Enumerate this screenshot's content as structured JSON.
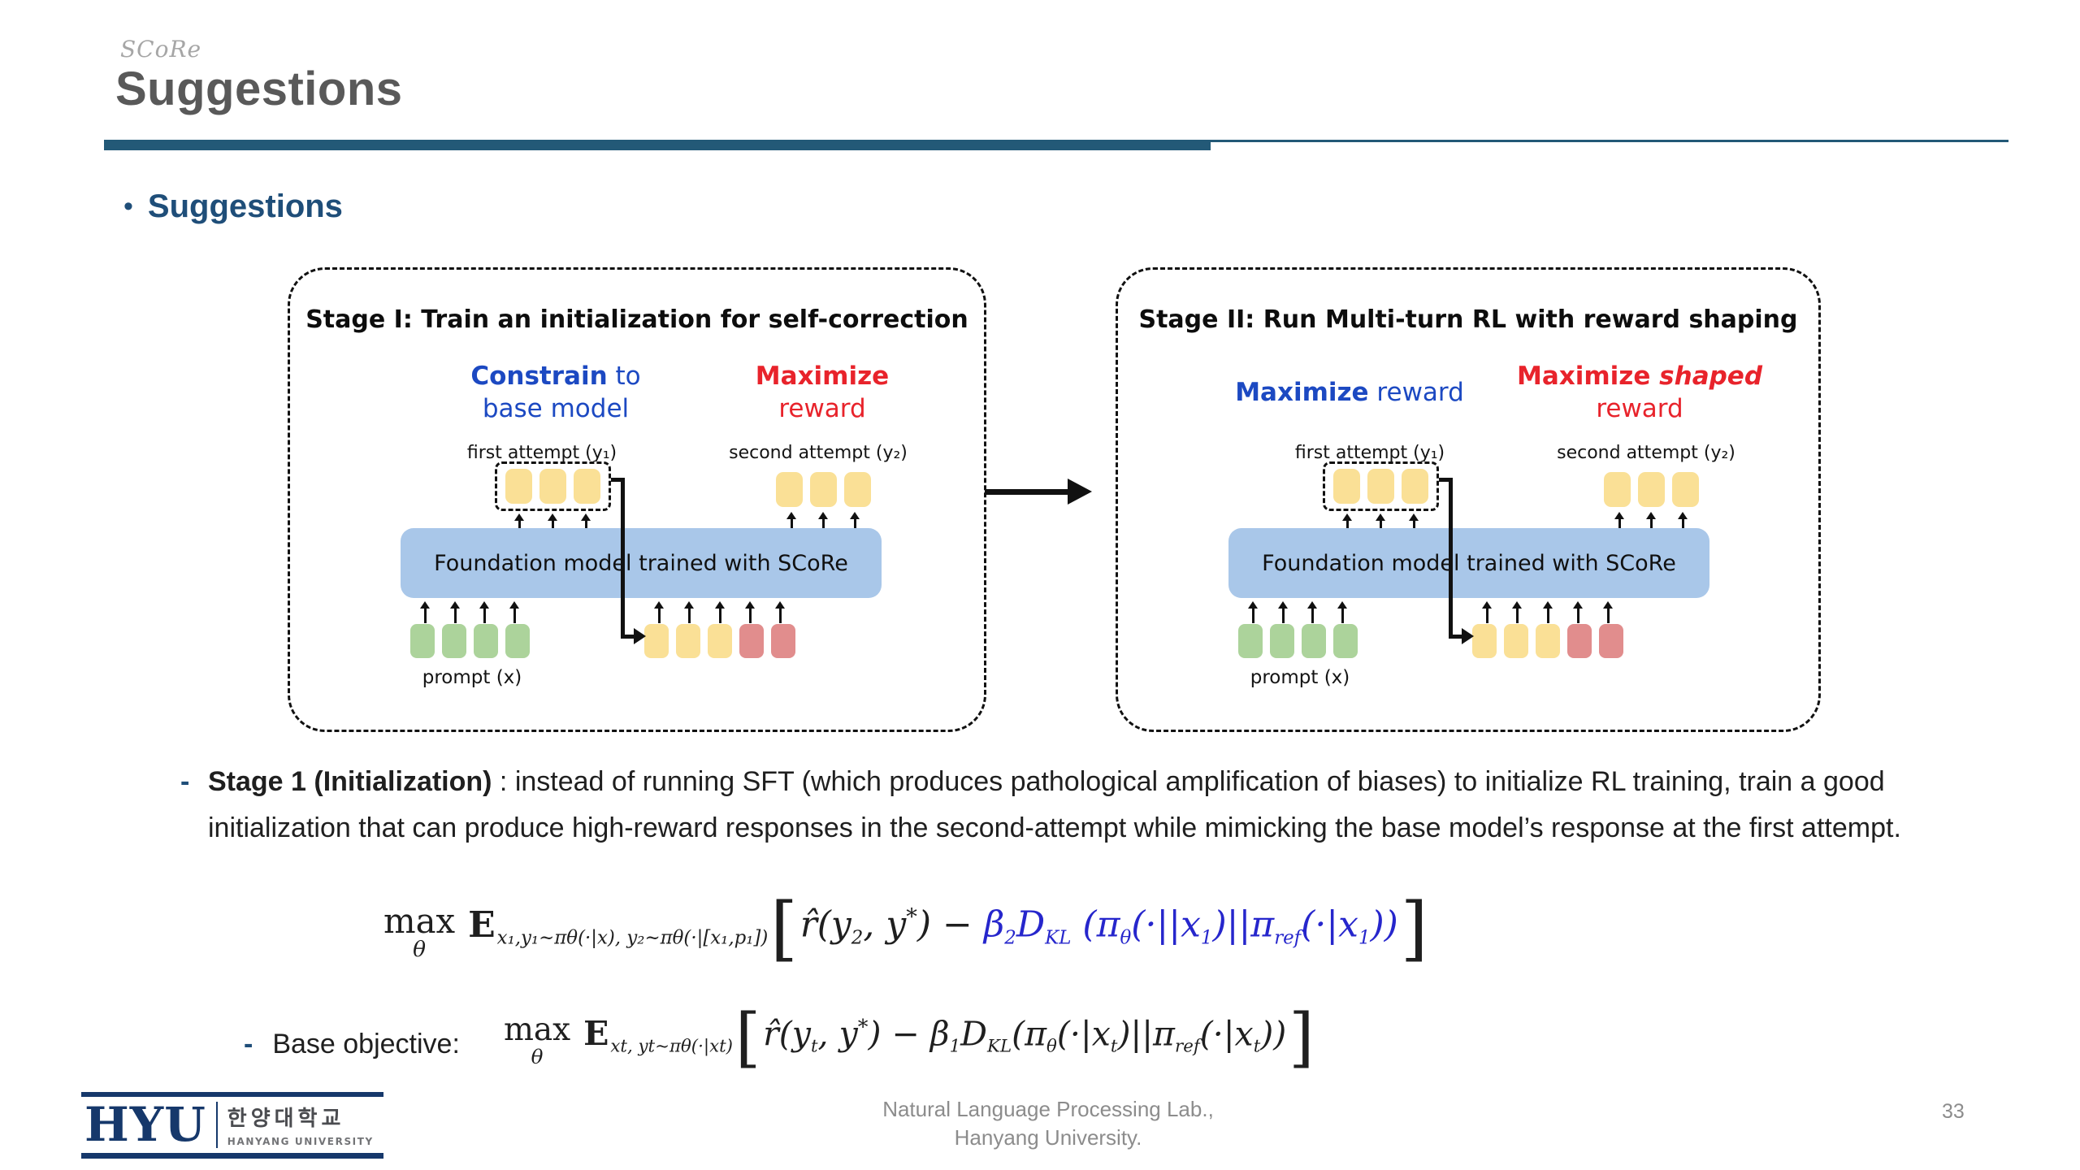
{
  "colors": {
    "accent": "#1F4E79",
    "bar": "#235977",
    "title_gray": "#595959",
    "tag_gray": "#A6A6A6",
    "text": "#1F1F1F",
    "label_blue": "#1C49C2",
    "label_red": "#E8232B",
    "formula_blue": "#2626CC",
    "token_yellow": "#FAE096",
    "token_green": "#ACD39B",
    "token_red": "#E18D8D",
    "model_blue": "#A9C7E9",
    "footer_gray": "#8C8C8C",
    "logo_navy": "#16386B",
    "logo_text_dark": "#4B4C50",
    "logo_text_gray": "#737477",
    "diagram_ink": "#111111"
  },
  "header": {
    "tag": "SCoRe",
    "title": "Suggestions"
  },
  "bullet": {
    "marker": "•",
    "heading": "Suggestions"
  },
  "stages": [
    {
      "title": "Stage I: Train an initialization for self-correction",
      "left_label": {
        "line1_bold": "Constrain",
        "line1_italic": "",
        "line1_rest": " to",
        "line2": "base model"
      },
      "right_label": {
        "line1_bold": "Maximize",
        "line1_italic": "",
        "line1_rest": "",
        "line2": "reward"
      },
      "first_attempt_label": "first attempt (y₁)",
      "second_attempt_label": "second attempt (y₂)",
      "model_label": "Foundation model trained with SCoRe",
      "prompt_label": "prompt (x)",
      "first_attempt_tokens": [
        "yellow",
        "yellow",
        "yellow"
      ],
      "second_attempt_tokens": [
        "yellow",
        "yellow",
        "yellow"
      ],
      "prompt_tokens": [
        "green",
        "green",
        "green",
        "green"
      ],
      "input_tokens": [
        "yellow",
        "yellow",
        "yellow",
        "red",
        "red"
      ]
    },
    {
      "title": "Stage II: Run Multi-turn RL with reward shaping",
      "left_label": {
        "line1_bold": "Maximize",
        "line1_italic": "",
        "line1_rest": " reward",
        "line2": ""
      },
      "right_label": {
        "line1_bold": "Maximize",
        "line1_italic": " shaped",
        "line1_rest": "",
        "line2": "reward"
      },
      "first_attempt_label": "first attempt (y₁)",
      "second_attempt_label": "second attempt (y₂)",
      "model_label": "Foundation model trained with SCoRe",
      "prompt_label": "prompt (x)",
      "first_attempt_tokens": [
        "yellow",
        "yellow",
        "yellow"
      ],
      "second_attempt_tokens": [
        "yellow",
        "yellow",
        "yellow"
      ],
      "prompt_tokens": [
        "green",
        "green",
        "green",
        "green"
      ],
      "input_tokens": [
        "yellow",
        "yellow",
        "yellow",
        "red",
        "red"
      ]
    }
  ],
  "body": {
    "dash": "-",
    "lead_bold": "Stage 1 (Initialization)",
    "text": " : instead of running SFT (which produces pathological amplification of biases) to initialize RL training, train a good initialization that can produce high-reward responses in the second-attempt while mimicking the base model’s response at the first attempt."
  },
  "base_objective": {
    "dash": "-",
    "label": "Base objective:"
  },
  "formulas": {
    "stage1_objective": {
      "segments": [
        {
          "t": "max|θ",
          "c": "limop"
        },
        {
          "t": "E",
          "c": "bb"
        },
        {
          "t": "x₁,y₁~πθ(·|x), y₂~πθ(·|[x₁,p₁])",
          "c": "sub"
        },
        {
          "t": "[",
          "c": "big"
        },
        {
          "t": "r̂(y",
          "c": "it"
        },
        {
          "t": "2",
          "c": "sub"
        },
        {
          "t": ", y",
          "c": "it"
        },
        {
          "t": "*",
          "c": "sup"
        },
        {
          "t": ") − ",
          "c": "it"
        },
        {
          "t": "β",
          "c": "it blue"
        },
        {
          "t": "2",
          "c": "sub blue"
        },
        {
          "t": "D",
          "c": "it blue"
        },
        {
          "t": "KL",
          "c": "sub blue"
        },
        {
          "t": " (π",
          "c": "it blue"
        },
        {
          "t": "θ",
          "c": "sub blue"
        },
        {
          "t": "(·||x",
          "c": "it blue"
        },
        {
          "t": "1",
          "c": "sub blue"
        },
        {
          "t": ")||π",
          "c": "it blue"
        },
        {
          "t": "ref",
          "c": "sub blue"
        },
        {
          "t": "(·|x",
          "c": "it blue"
        },
        {
          "t": "1",
          "c": "sub blue"
        },
        {
          "t": "))",
          "c": "it blue"
        },
        {
          "t": "]",
          "c": "big"
        }
      ]
    },
    "base_objective": {
      "segments": [
        {
          "t": "max|θ",
          "c": "limop"
        },
        {
          "t": "E",
          "c": "bb"
        },
        {
          "t": "xt, yt~πθ(·|xt)",
          "c": "sub"
        },
        {
          "t": "[",
          "c": "big"
        },
        {
          "t": "r̂(y",
          "c": "it"
        },
        {
          "t": "t",
          "c": "sub"
        },
        {
          "t": ", y",
          "c": "it"
        },
        {
          "t": "*",
          "c": "sup"
        },
        {
          "t": ") − β",
          "c": "it"
        },
        {
          "t": "1",
          "c": "sub"
        },
        {
          "t": "D",
          "c": "it"
        },
        {
          "t": "KL",
          "c": "sub"
        },
        {
          "t": "(π",
          "c": "it"
        },
        {
          "t": "θ",
          "c": "sub"
        },
        {
          "t": "(·|x",
          "c": "it"
        },
        {
          "t": "t",
          "c": "sub"
        },
        {
          "t": ")||π",
          "c": "it"
        },
        {
          "t": "ref",
          "c": "sub"
        },
        {
          "t": "(·|x",
          "c": "it"
        },
        {
          "t": "t",
          "c": "sub"
        },
        {
          "t": "))",
          "c": "it"
        },
        {
          "t": "]",
          "c": "big"
        }
      ]
    }
  },
  "footer": {
    "logo_hyu": "HYU",
    "logo_kr": "한양대학교",
    "logo_en": "HANYANG UNIVERSITY",
    "lab_line1": "Natural Language Processing Lab.,",
    "lab_line2": "Hanyang University.",
    "page": "33"
  }
}
